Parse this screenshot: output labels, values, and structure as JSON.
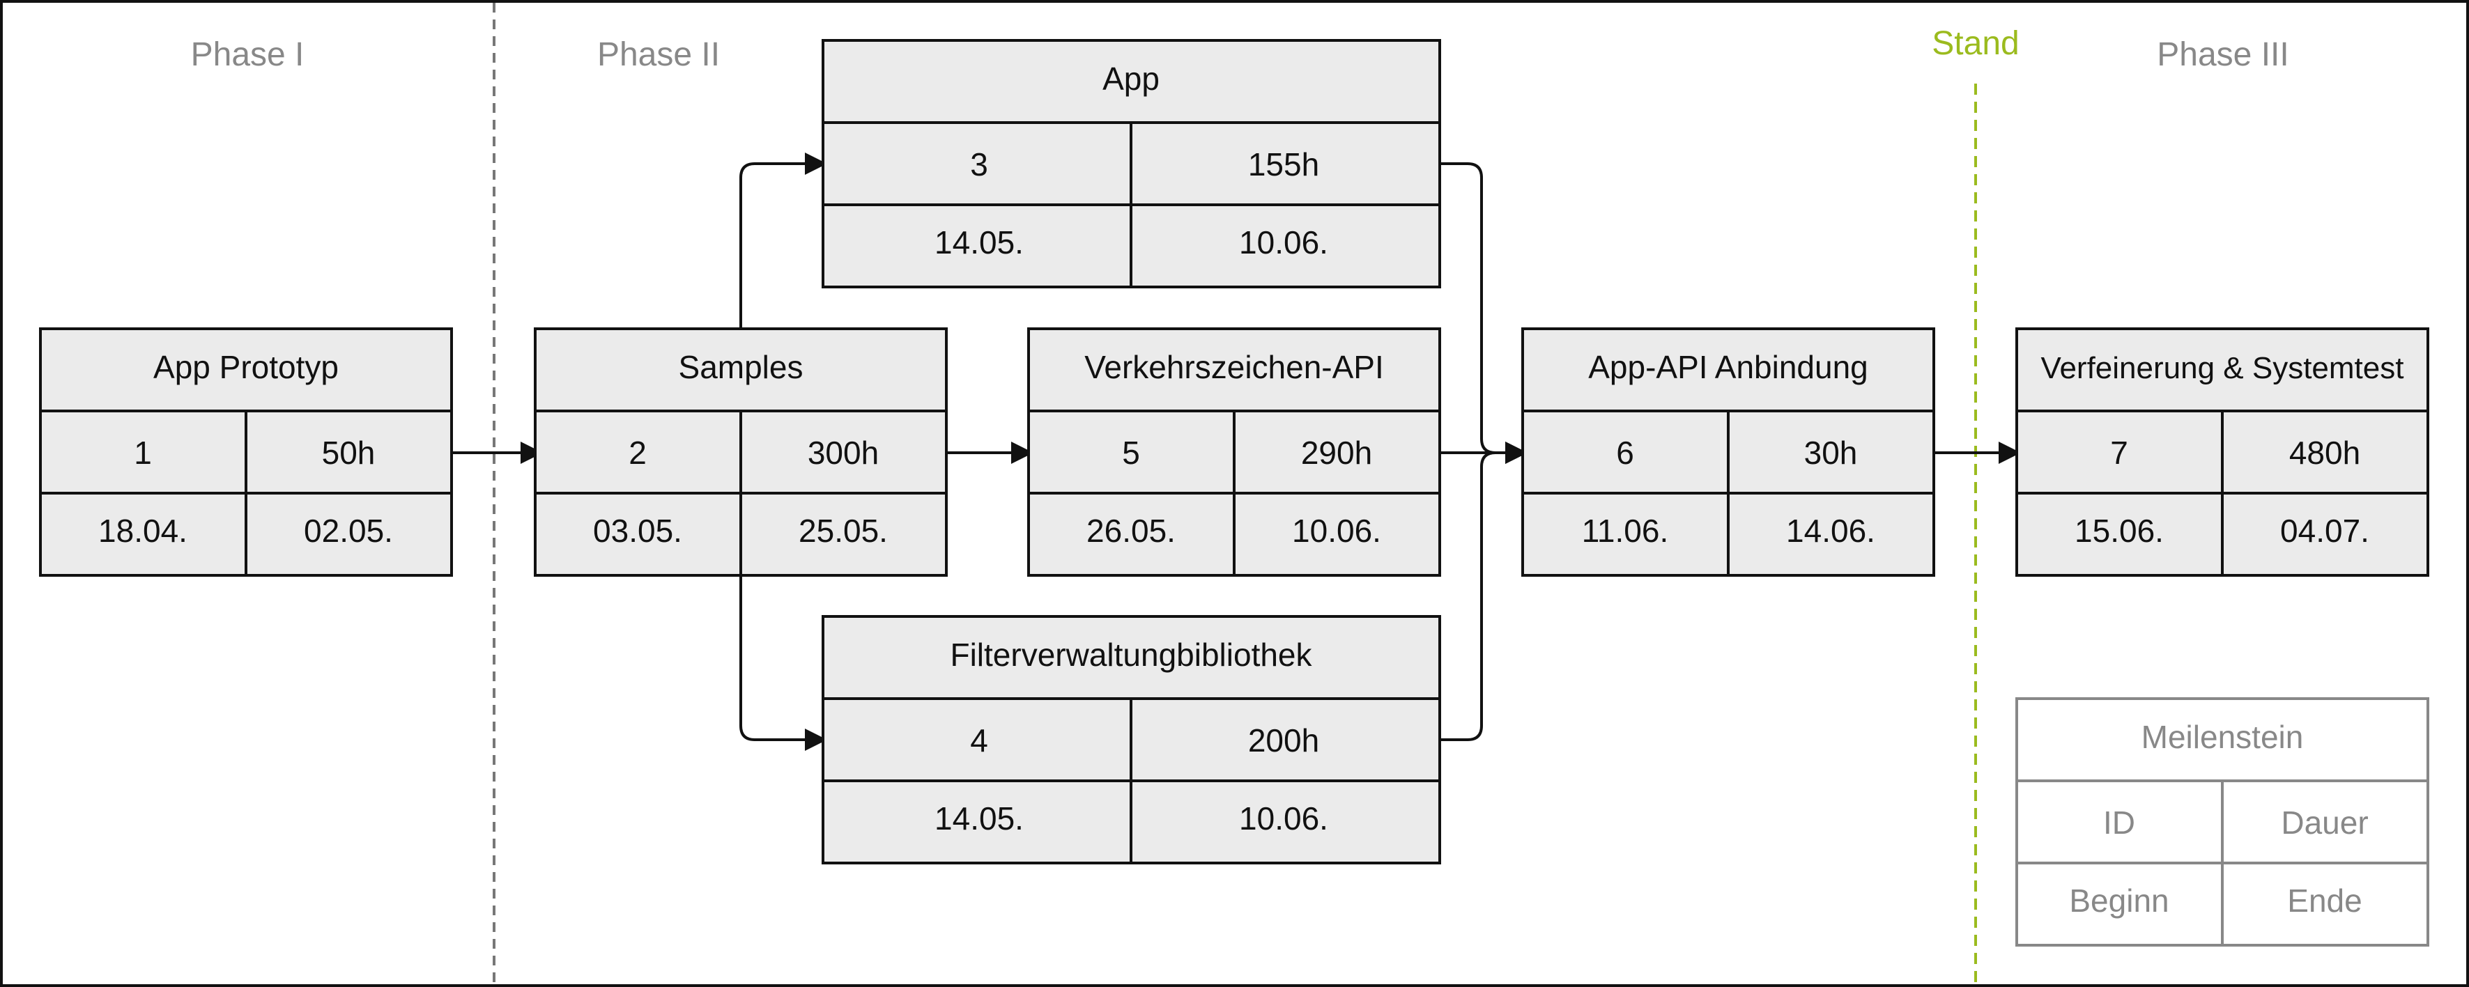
{
  "phases": [
    {
      "label": "Phase I"
    },
    {
      "label": "Phase II"
    },
    {
      "label": "Phase III"
    }
  ],
  "status": {
    "label": "Stand",
    "color": "#9bbb1e"
  },
  "colors": {
    "node_fill": "#ebebeb",
    "node_border": "#111111",
    "text": "#111111",
    "legend_border": "#888888",
    "legend_text": "#888888",
    "phase_text": "#888888",
    "phase_divider": "#777777"
  },
  "nodes": [
    {
      "id": "1",
      "title": "App Prototyp",
      "duration": "50h",
      "start": "18.04.",
      "end": "02.05."
    },
    {
      "id": "2",
      "title": "Samples",
      "duration": "300h",
      "start": "03.05.",
      "end": "25.05."
    },
    {
      "id": "3",
      "title": "App",
      "duration": "155h",
      "start": "14.05.",
      "end": "10.06."
    },
    {
      "id": "4",
      "title": "Filterverwaltungbibliothek",
      "duration": "200h",
      "start": "14.05.",
      "end": "10.06."
    },
    {
      "id": "5",
      "title": "Verkehrszeichen-API",
      "duration": "290h",
      "start": "26.05.",
      "end": "10.06."
    },
    {
      "id": "6",
      "title": "App-API Anbindung",
      "duration": "30h",
      "start": "11.06.",
      "end": "14.06."
    },
    {
      "id": "7",
      "title": "Verfeinerung & Systemtest",
      "duration": "480h",
      "start": "15.06.",
      "end": "04.07."
    }
  ],
  "edges": [
    {
      "from": "1",
      "to": "2"
    },
    {
      "from": "2",
      "to": "3"
    },
    {
      "from": "2",
      "to": "4"
    },
    {
      "from": "2",
      "to": "5"
    },
    {
      "from": "3",
      "to": "6"
    },
    {
      "from": "4",
      "to": "6"
    },
    {
      "from": "5",
      "to": "6"
    },
    {
      "from": "6",
      "to": "7"
    }
  ],
  "legend": {
    "title": "Meilenstein",
    "id": "ID",
    "duration": "Dauer",
    "start": "Beginn",
    "end": "Ende"
  }
}
